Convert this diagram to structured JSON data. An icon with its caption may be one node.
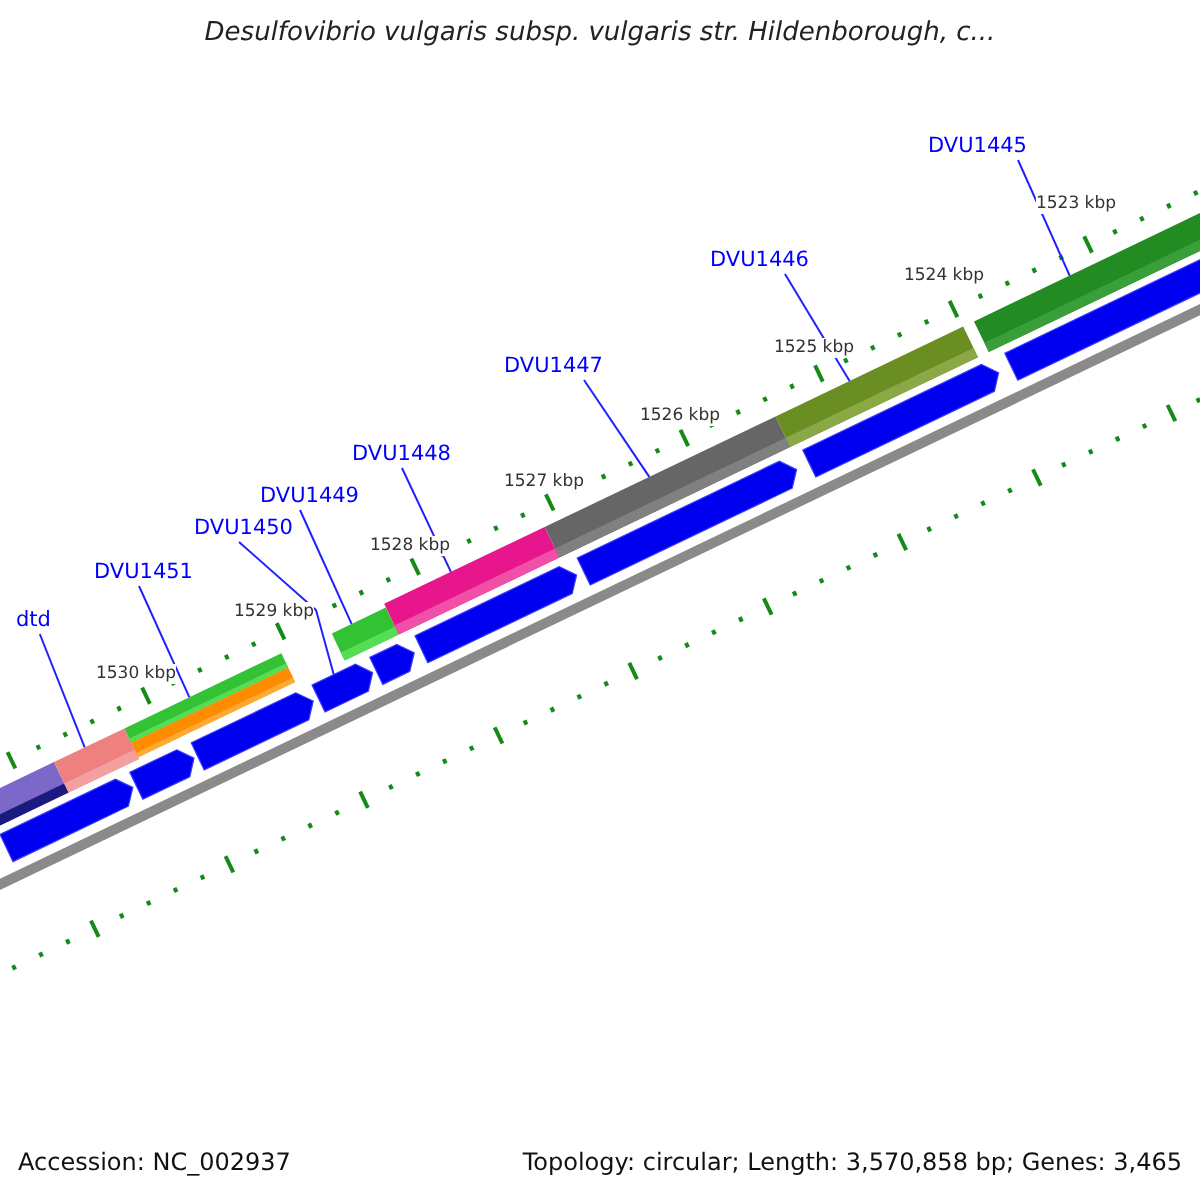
{
  "diagram": {
    "title": "Desulfovibrio vulgaris subsp. vulgaris str. Hildenborough, c...",
    "nodes": [
      {
        "text": [
          "dtd"
        ]
      },
      {
        "text": [
          "DVU1451"
        ]
      },
      {
        "text": [
          "DVU1450"
        ]
      },
      {
        "text": [
          "DVU1449"
        ]
      },
      {
        "text": [
          "DVU1448"
        ]
      },
      {
        "text": [
          "DVU1447"
        ]
      },
      {
        "text": [
          "DVU1446"
        ]
      },
      {
        "text": [
          "DVU1445"
        ]
      },
      {
        "text": [],
        "shape": "bar"
      },
      {
        "text": [],
        "shape": "bar"
      },
      {
        "text": [],
        "shape": "bar"
      },
      {
        "text": [],
        "shape": "bar"
      },
      {
        "text": [],
        "shape": "bar"
      },
      {
        "text": [],
        "shape": "bar"
      },
      {
        "text": [],
        "shape": "bar"
      },
      {
        "text": [],
        "shape": "bar"
      },
      {
        "text": [],
        "shape": "bar"
      },
      {
        "text": [],
        "shape": "pentagon"
      },
      {
        "text": [],
        "shape": "pentagon"
      },
      {
        "text": [],
        "shape": "pentagon"
      },
      {
        "text": [],
        "shape": "pentagon"
      },
      {
        "text": [],
        "shape": "pentagon"
      },
      {
        "text": [],
        "shape": "pentagon"
      },
      {
        "text": [],
        "shape": "pentagon"
      },
      {
        "text": [],
        "shape": "pentagon"
      },
      {
        "text": [],
        "shape": "pentagon"
      }
    ],
    "edges": [
      {
        "from": 0,
        "to": 9,
        "arrow": "none"
      },
      {
        "from": 1,
        "to": 10,
        "arrow": "none"
      },
      {
        "from": 2,
        "to": 20,
        "arrow": "none"
      },
      {
        "from": 3,
        "to": 12,
        "arrow": "none"
      },
      {
        "from": 4,
        "to": 13,
        "arrow": "none"
      },
      {
        "from": 5,
        "to": 14,
        "arrow": "none"
      },
      {
        "from": 6,
        "to": 15,
        "arrow": "none"
      },
      {
        "from": 7,
        "to": 16,
        "arrow": "none"
      }
    ],
    "labels": [
      "1523 kbp",
      "1524 kbp",
      "1525 kbp",
      "1526 kbp",
      "1527 kbp",
      "1528 kbp",
      "1529 kbp",
      "1530 kbp",
      "Accession: NC_002937",
      "Topology: circular; Length: 3,570,858 bp; Genes: 3,465"
    ]
  }
}
